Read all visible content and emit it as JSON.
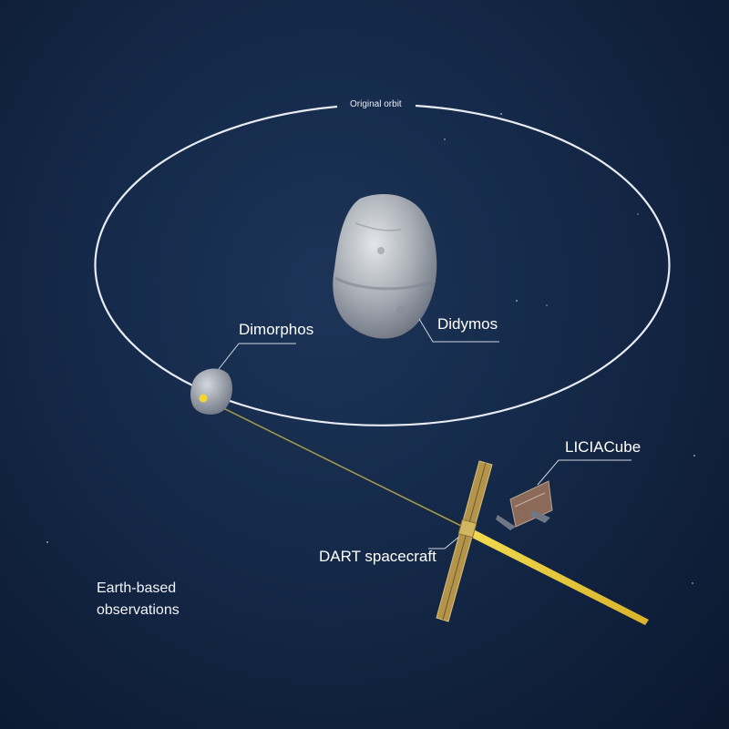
{
  "labels": {
    "orbit": "Original orbit",
    "didymos": "Didymos",
    "dimorphos": "Dimorphos",
    "liciacube": "LICIACube",
    "dart": "DART spacecraft",
    "earth_line1": "Earth-based",
    "earth_line2": "observations"
  },
  "colors": {
    "background": "#13284a",
    "orbit": "#e8ecf2",
    "trajectory": "#e0c43a",
    "rock": "#b9bfc8",
    "panel": "#c8a64a"
  }
}
